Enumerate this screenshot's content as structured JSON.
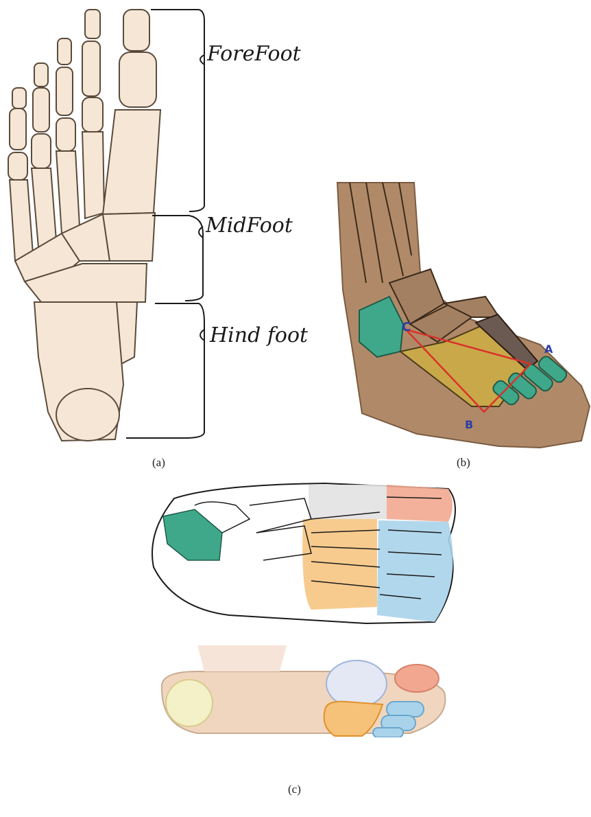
{
  "panel_a": {
    "labels": {
      "forefoot": "ForeFoot",
      "midfoot": "MidFoot",
      "hindfoot": "Hind foot"
    },
    "caption": "(a)"
  },
  "panel_b": {
    "points": {
      "a": "A",
      "b": "B",
      "c": "C"
    },
    "caption": "(b)"
  },
  "panel_c": {
    "caption": "(c)"
  },
  "colors": {
    "bone": "#f5e6d6",
    "bone_outline": "#5a4a3a",
    "skin_brown": "#b08a68",
    "teal": "#3fa88a",
    "yellow": "#c9a84a",
    "gray": "#6a5a52",
    "red_line": "#d8322a",
    "light_blue": "#a9d3ea",
    "orange": "#f6c27a",
    "pink": "#f2a890",
    "light_gray": "#e2e2e2"
  }
}
